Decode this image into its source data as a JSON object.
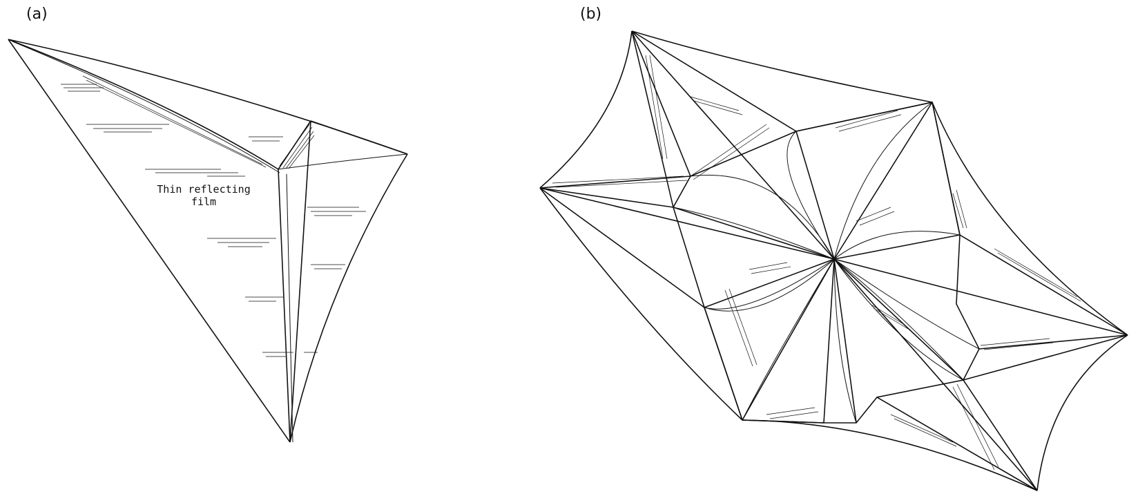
{
  "panels": [
    {
      "label": "(a)",
      "annotation_line1": "Thin reflecting",
      "annotation_line2": "film"
    },
    {
      "label": "(b)"
    }
  ]
}
